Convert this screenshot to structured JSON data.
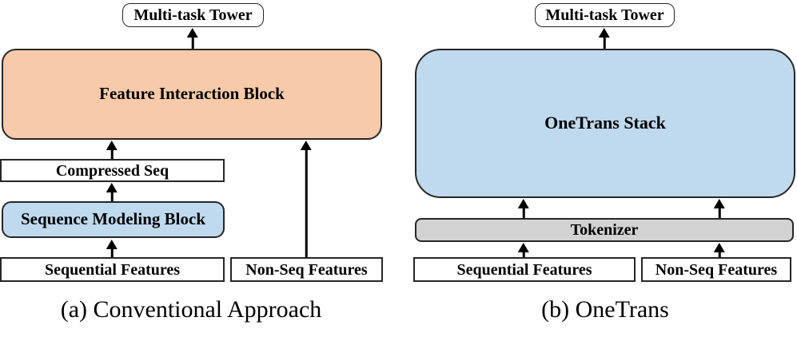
{
  "colors": {
    "peach": "#F7CAA9",
    "blue": "#BFD9EF",
    "gray": "#D2D2D2",
    "border": "#262626"
  },
  "panel_a": {
    "caption": "(a) Conventional Approach",
    "boxes": {
      "tower": "Multi-task Tower",
      "feature_interaction": "Feature Interaction Block",
      "compressed_seq": "Compressed Seq",
      "sequence_modeling": "Sequence Modeling Block",
      "sequential_features": "Sequential Features",
      "nonseq_features": "Non-Seq Features"
    }
  },
  "panel_b": {
    "caption": "(b) OneTrans",
    "boxes": {
      "tower": "Multi-task Tower",
      "onetrans_stack": "OneTrans Stack",
      "tokenizer": "Tokenizer",
      "sequential_features": "Sequential Features",
      "nonseq_features": "Non-Seq Features"
    }
  }
}
